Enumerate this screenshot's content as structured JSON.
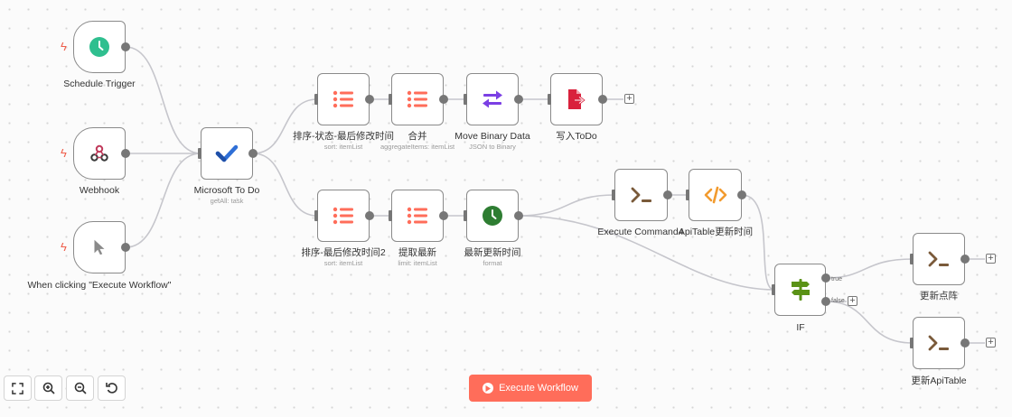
{
  "nodes": {
    "schedule": {
      "label": "Schedule Trigger",
      "icon": "clock-icon"
    },
    "webhook": {
      "label": "Webhook",
      "icon": "webhook-icon"
    },
    "manual": {
      "label": "When clicking \"Execute Workflow\"",
      "icon": "cursor-icon"
    },
    "mstodo": {
      "label": "Microsoft To Do",
      "sub": "getAll: task",
      "icon": "checkmark-icon"
    },
    "sort1": {
      "label": "排序-状态-最后修改时间",
      "sub": "sort: itemList",
      "icon": "list-icon"
    },
    "merge": {
      "label": "合并",
      "sub": "aggregateItems: itemList",
      "icon": "list-icon"
    },
    "movebin": {
      "label": "Move Binary Data",
      "sub": "JSON to Binary",
      "icon": "arrows-icon"
    },
    "writetodo": {
      "label": "写入ToDo",
      "icon": "file-export-icon"
    },
    "sort2": {
      "label": "排序-最后修改时间2",
      "sub": "sort: itemList",
      "icon": "list-icon"
    },
    "extract": {
      "label": "提取最新",
      "sub": "limit: itemList",
      "icon": "list-icon"
    },
    "latest": {
      "label": "最新更新时间",
      "sub": "format",
      "icon": "clock-icon"
    },
    "execcmd": {
      "label": "Execute Command4",
      "icon": "terminal-icon"
    },
    "apitable": {
      "label": "ApiTable更新时间",
      "icon": "code-icon"
    },
    "ifnode": {
      "label": "IF",
      "true_label": "true",
      "false_label": "false",
      "icon": "signpost-icon"
    },
    "updatedots": {
      "label": "更新点阵",
      "icon": "terminal-icon"
    },
    "updateapi": {
      "label": "更新ApiTable",
      "icon": "terminal-icon"
    }
  },
  "controls": {
    "zoom_to_fit": "expand-icon",
    "zoom_in": "zoom-in-icon",
    "zoom_out": "zoom-out-icon",
    "reset": "undo-icon"
  },
  "execute_button": {
    "label": "Execute Workflow"
  },
  "colors": {
    "accent": "#ff6d5a",
    "trigger_bolt": "#ef5f4c",
    "list_icon": "#ff6d5a",
    "clock": "#2fbf8f",
    "schedule_clock": "#2fbf8f",
    "latest_clock": "#2e7d32",
    "todo_check": "#2f6fd6",
    "move_binary": "#7b3fe4",
    "file_export": "#d9213c",
    "terminal": "#7a5a3a",
    "code": "#f29b2f",
    "if_sign": "#5a9216"
  }
}
